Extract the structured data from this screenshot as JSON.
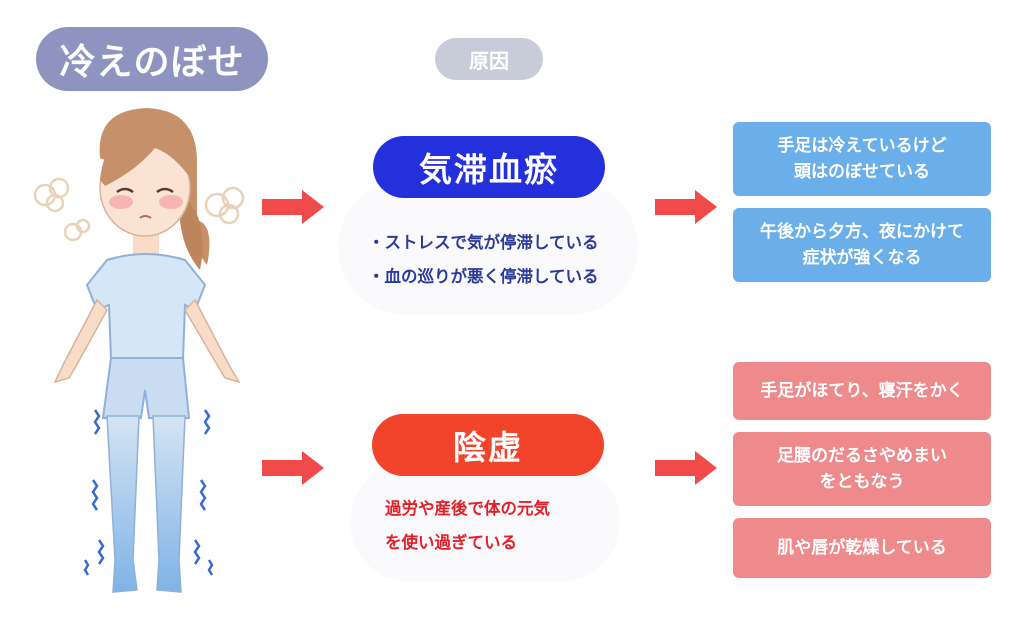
{
  "title": "冷えのぼせ",
  "cause_label": "原因",
  "types": [
    {
      "name": "気滞血瘀",
      "causes": [
        "・ストレスで気が停滞している",
        "・血の巡りが悪く停滞している"
      ],
      "symptoms": [
        "手足は冷えているけど\n頭はのぼせている",
        "午後から夕方、夜にかけて\n症状が強くなる"
      ]
    },
    {
      "name": "陰虚",
      "causes": [
        "過労や産後で体の元気",
        "を使い過ぎている"
      ],
      "symptoms": [
        "手足がほてり、寝汗をかく",
        "足腰のだるさやめまい\nをともなう",
        "肌や唇が乾燥している"
      ]
    }
  ],
  "colors": {
    "title_bg": "#8f93bf",
    "qitai_pill": "#2330dc",
    "qitai_text": "#2a3a9a",
    "qitai_symptom": "#6aaeea",
    "yinxu_pill": "#f2432b",
    "yinxu_text": "#e3202a",
    "yinxu_symptom": "#ee8a8c",
    "arrow": "#f04a4a"
  }
}
